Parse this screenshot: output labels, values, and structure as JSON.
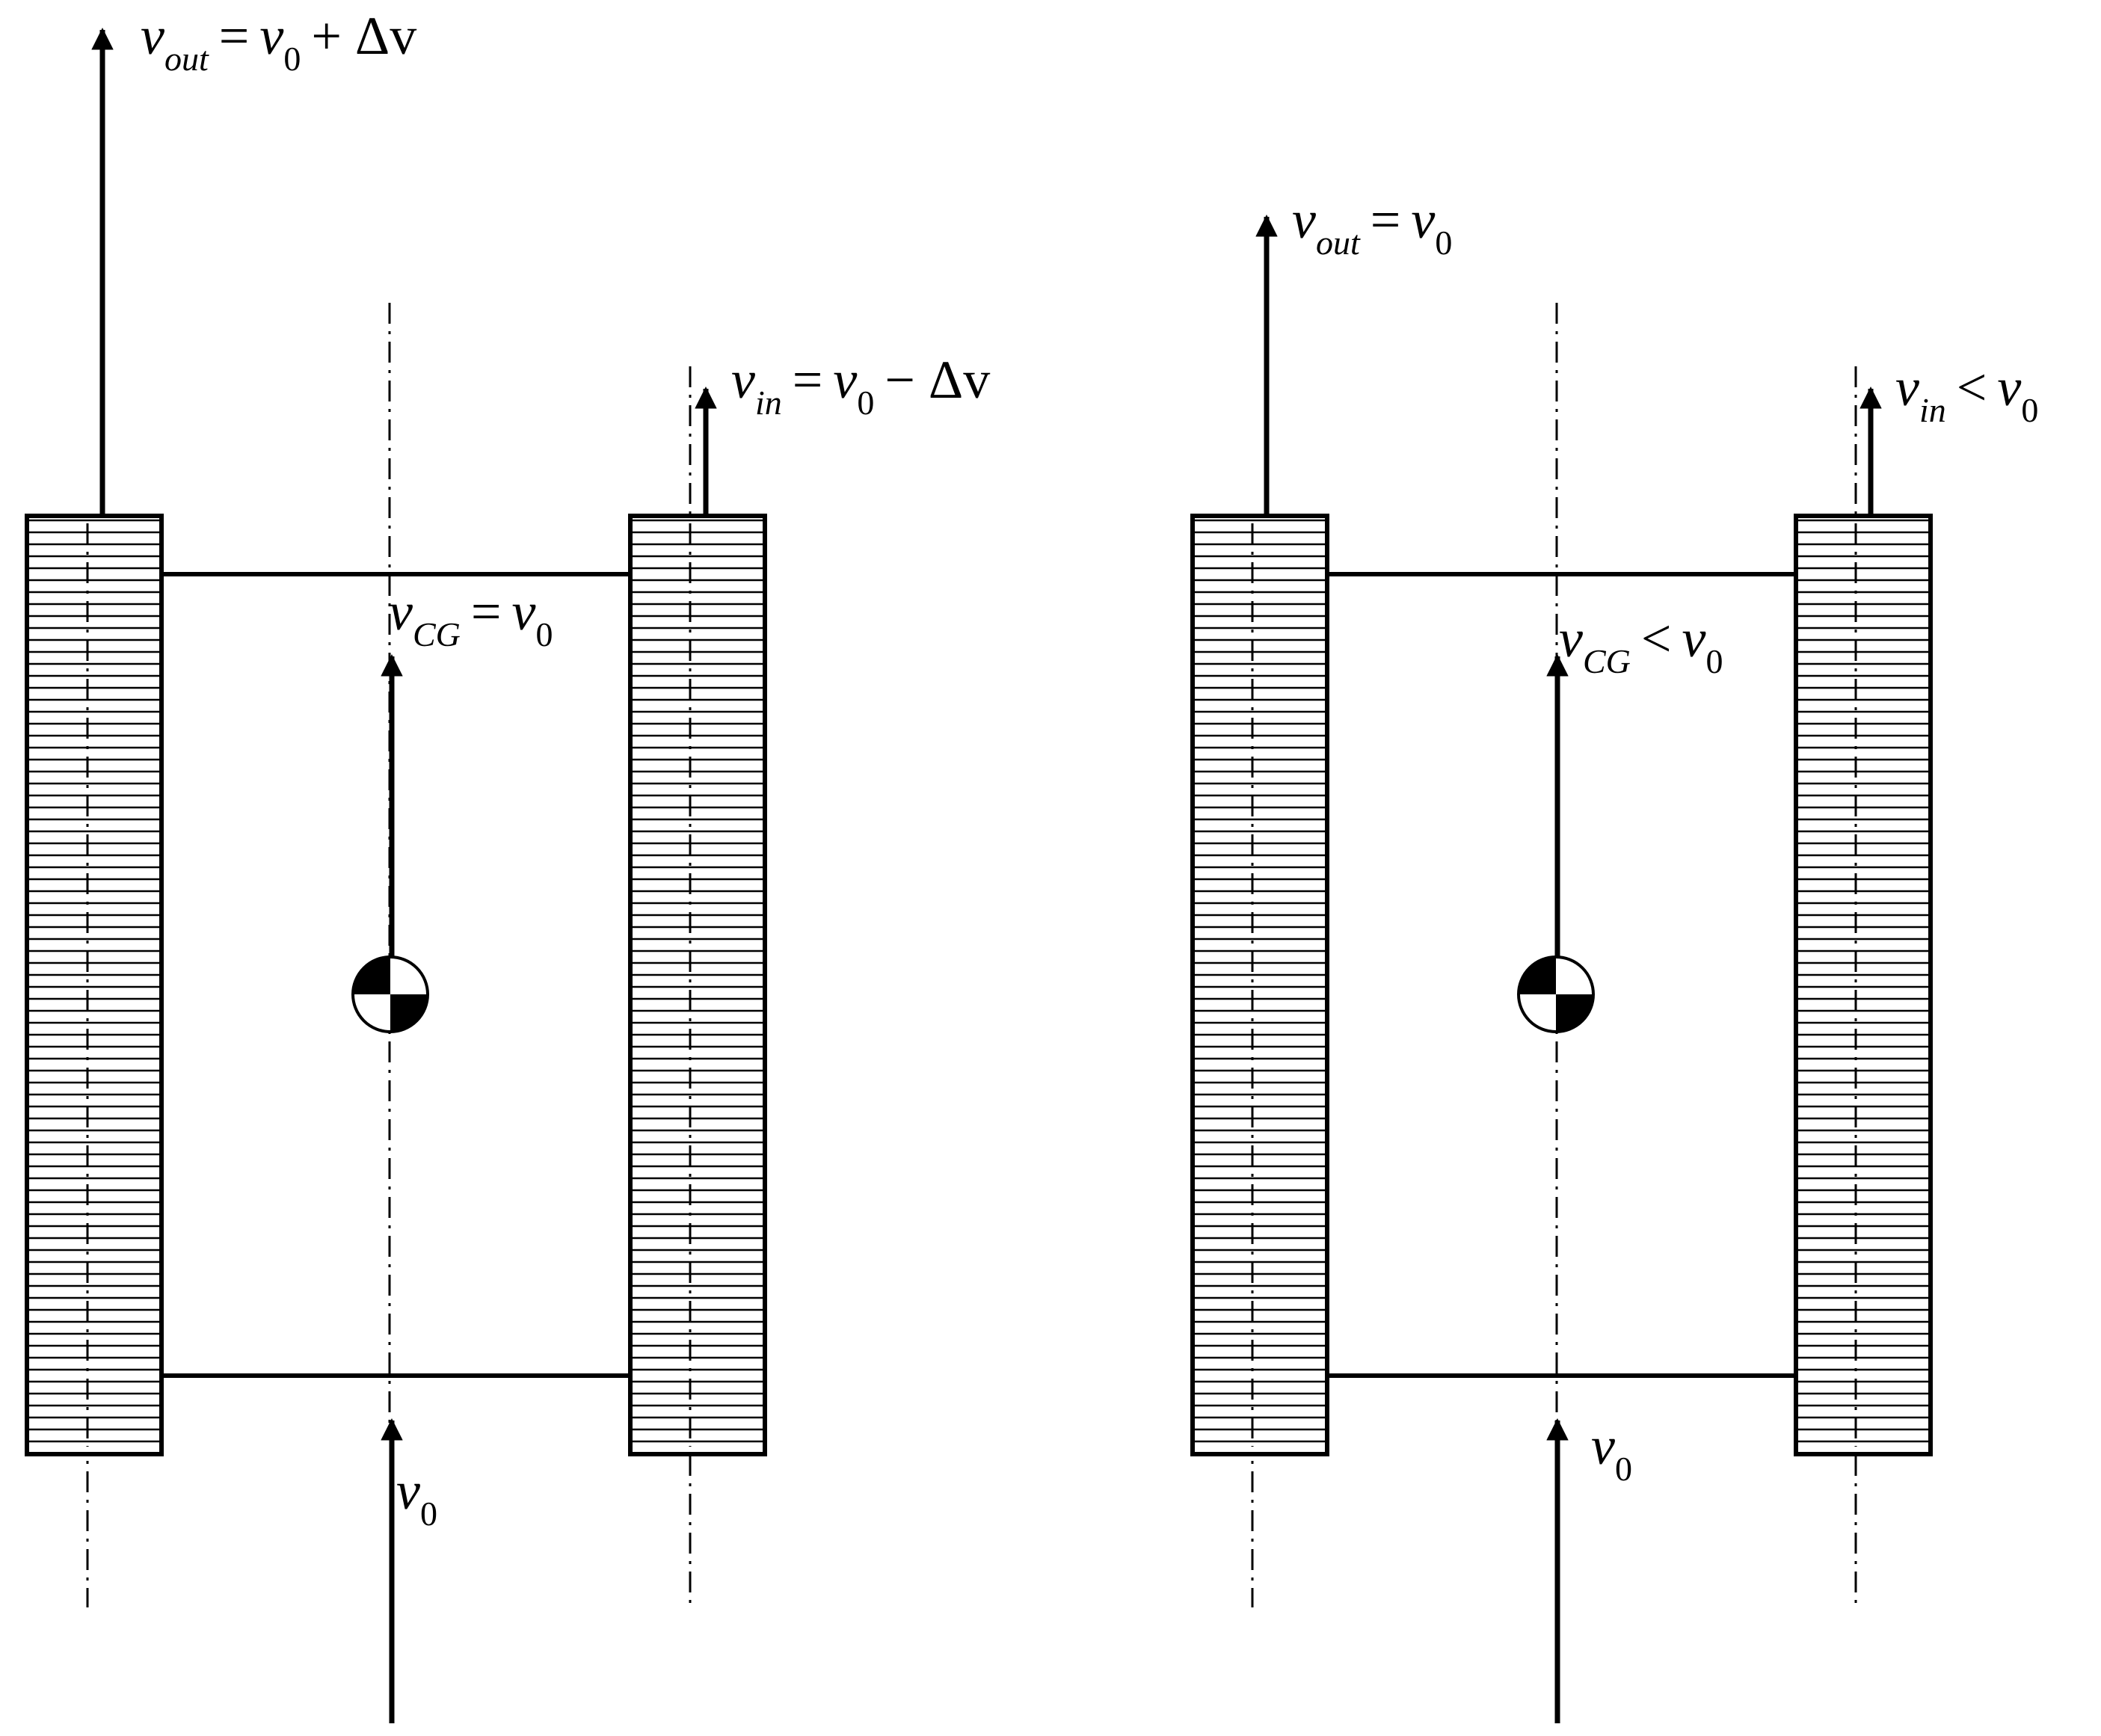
{
  "left": {
    "v_out": {
      "sym": "v",
      "sub": "out",
      "rhs_sym": "v",
      "rhs_sub": "0",
      "rhs_tail": "+ Δv",
      "op": "="
    },
    "v_in": {
      "sym": "v",
      "sub": "in",
      "rhs_sym": "v",
      "rhs_sub": "0",
      "rhs_tail": "− Δv",
      "op": "="
    },
    "v_cg": {
      "sym": "v",
      "sub": "CG",
      "rhs_sym": "v",
      "rhs_sub": "0",
      "op": "="
    },
    "v_base": {
      "sym": "v",
      "sub": "0"
    }
  },
  "right": {
    "v_out": {
      "sym": "v",
      "sub": "out",
      "rhs_sym": "v",
      "rhs_sub": "0",
      "op": "="
    },
    "v_in": {
      "sym": "v",
      "sub": "in",
      "rhs_sym": "v",
      "rhs_sub": "0",
      "op": "<"
    },
    "v_cg": {
      "sym": "v",
      "sub": "CG",
      "rhs_sym": "v",
      "rhs_sub": "0",
      "op": "<"
    },
    "v_base": {
      "sym": "v",
      "sub": "0"
    }
  }
}
